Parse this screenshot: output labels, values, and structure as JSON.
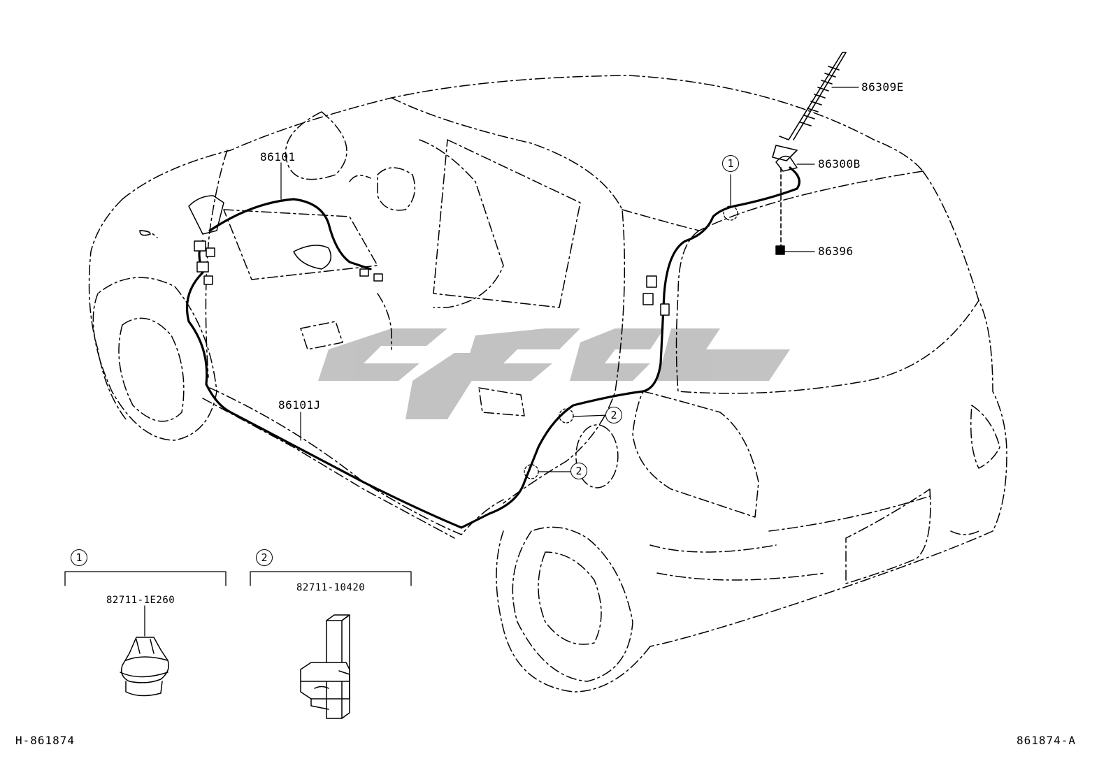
{
  "labels": {
    "antenna_rod": "86309E",
    "antenna_base": "86300B",
    "antenna_nut": "86396",
    "front_cord": "86101",
    "side_cord": "86101J",
    "clip_1_part": "82711-1E260",
    "clip_2_part": "82711-10420"
  },
  "callouts": {
    "one": "1",
    "two": "2"
  },
  "footer": {
    "left_code": "H-861874",
    "right_code": "861874-A"
  }
}
